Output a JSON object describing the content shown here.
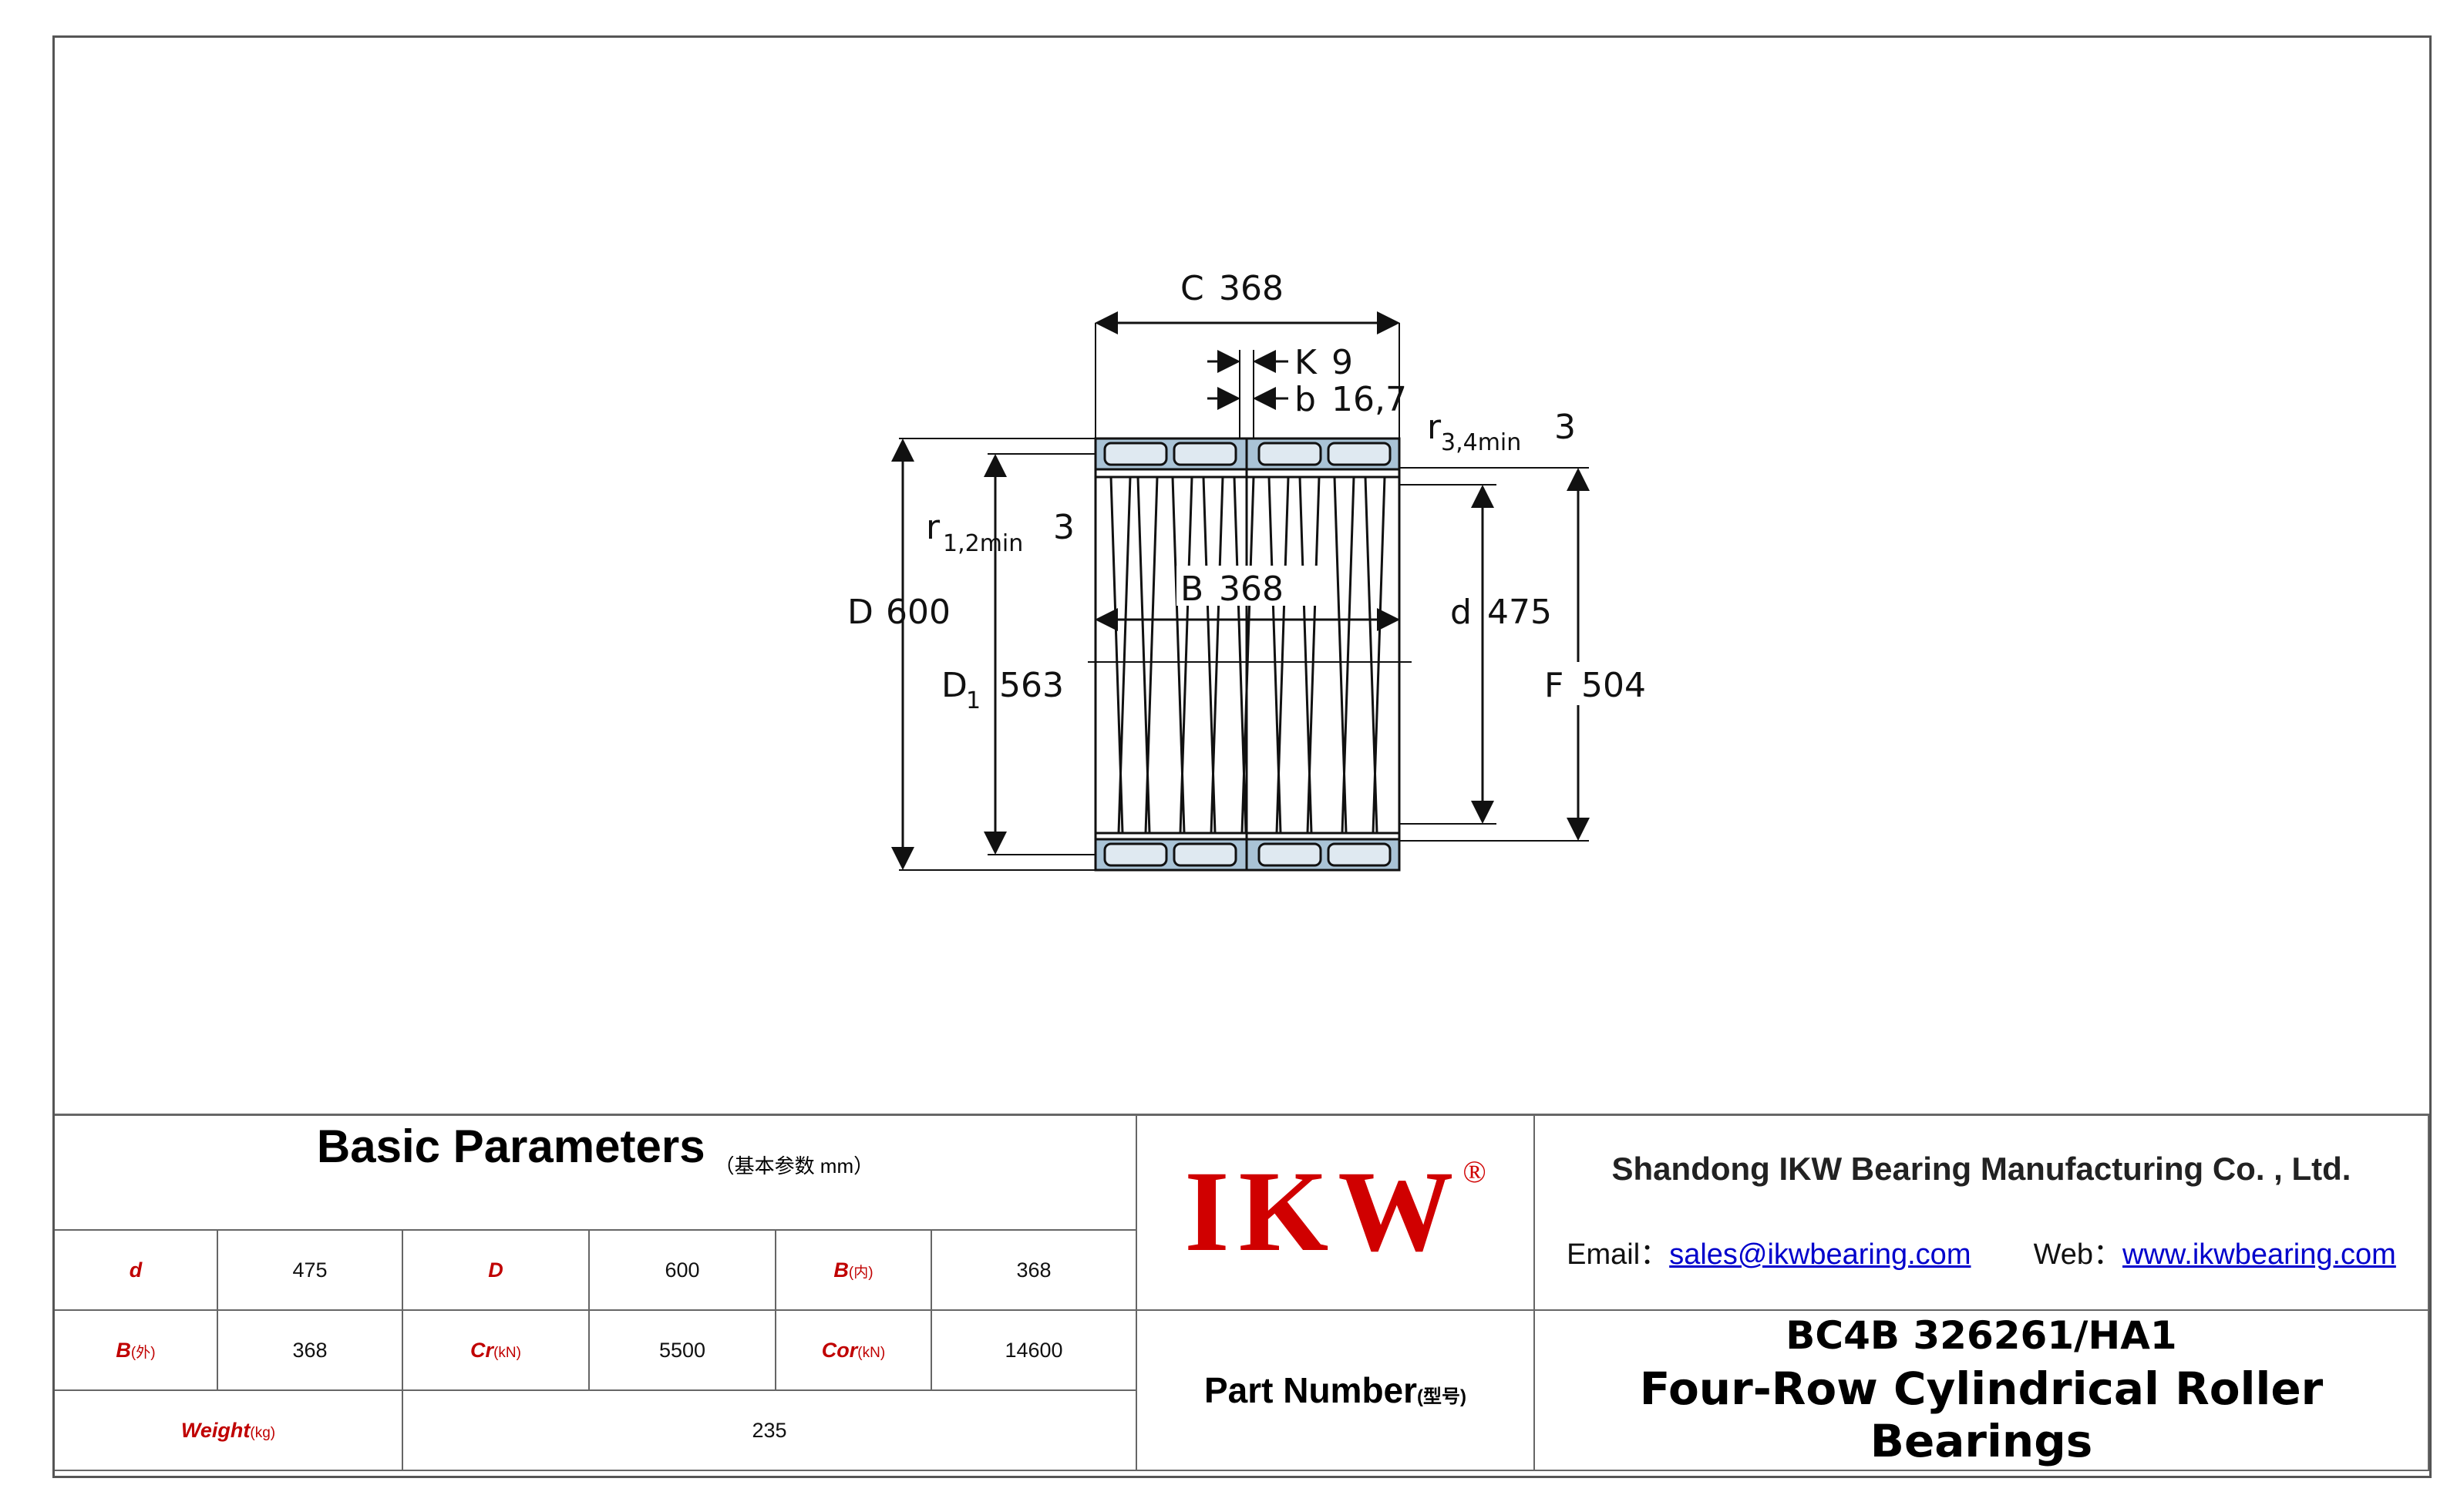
{
  "drawing": {
    "C": {
      "label": "C",
      "value": "368"
    },
    "K": {
      "label": "K",
      "value": "9"
    },
    "b": {
      "label": "b",
      "value": "16,7"
    },
    "r34": {
      "label": "r",
      "sub": "3,4min",
      "value": "3"
    },
    "r12": {
      "label": "r",
      "sub": "1,2min",
      "value": "3"
    },
    "B": {
      "label": "B",
      "value": "368"
    },
    "D": {
      "label": "D",
      "value": "600"
    },
    "D1": {
      "label": "D",
      "sub": "1",
      "value": "563"
    },
    "d": {
      "label": "d",
      "value": "475"
    },
    "F": {
      "label": "F",
      "value": "504"
    }
  },
  "params": {
    "title": "Basic Parameters",
    "unit": "（基本参数 mm）",
    "rows": [
      [
        {
          "label": "d",
          "unit": "",
          "value": "475"
        },
        {
          "label": "D",
          "unit": "",
          "value": "600"
        },
        {
          "label": "B",
          "unit": "(内)",
          "value": "368"
        }
      ],
      [
        {
          "label": "B",
          "unit": "(外)",
          "value": "368"
        },
        {
          "label": "Cr",
          "unit": "(kN)",
          "value": "5500"
        },
        {
          "label": "Cor",
          "unit": "(kN)",
          "value": "14600"
        }
      ]
    ],
    "weight": {
      "label": "Weight",
      "unit": "(kg)",
      "value": "235"
    }
  },
  "logo": {
    "text": "IKW",
    "reg": "®"
  },
  "company": {
    "name": "Shandong IKW Bearing Manufacturing Co. , Ltd.",
    "email_label": "Email：",
    "email": "sales@ikwbearing.com",
    "web_label": "Web：",
    "web": "www.ikwbearing.com"
  },
  "part": {
    "label": "Part Number",
    "label_cn": "(型号)",
    "model": "BC4B 326261/HA1",
    "type": "Four-Row Cylindrical Roller Bearings"
  },
  "colors": {
    "accent": "#d00000",
    "label": "#c00000",
    "link": "#0000cc",
    "ring": "#a9c3d6"
  }
}
